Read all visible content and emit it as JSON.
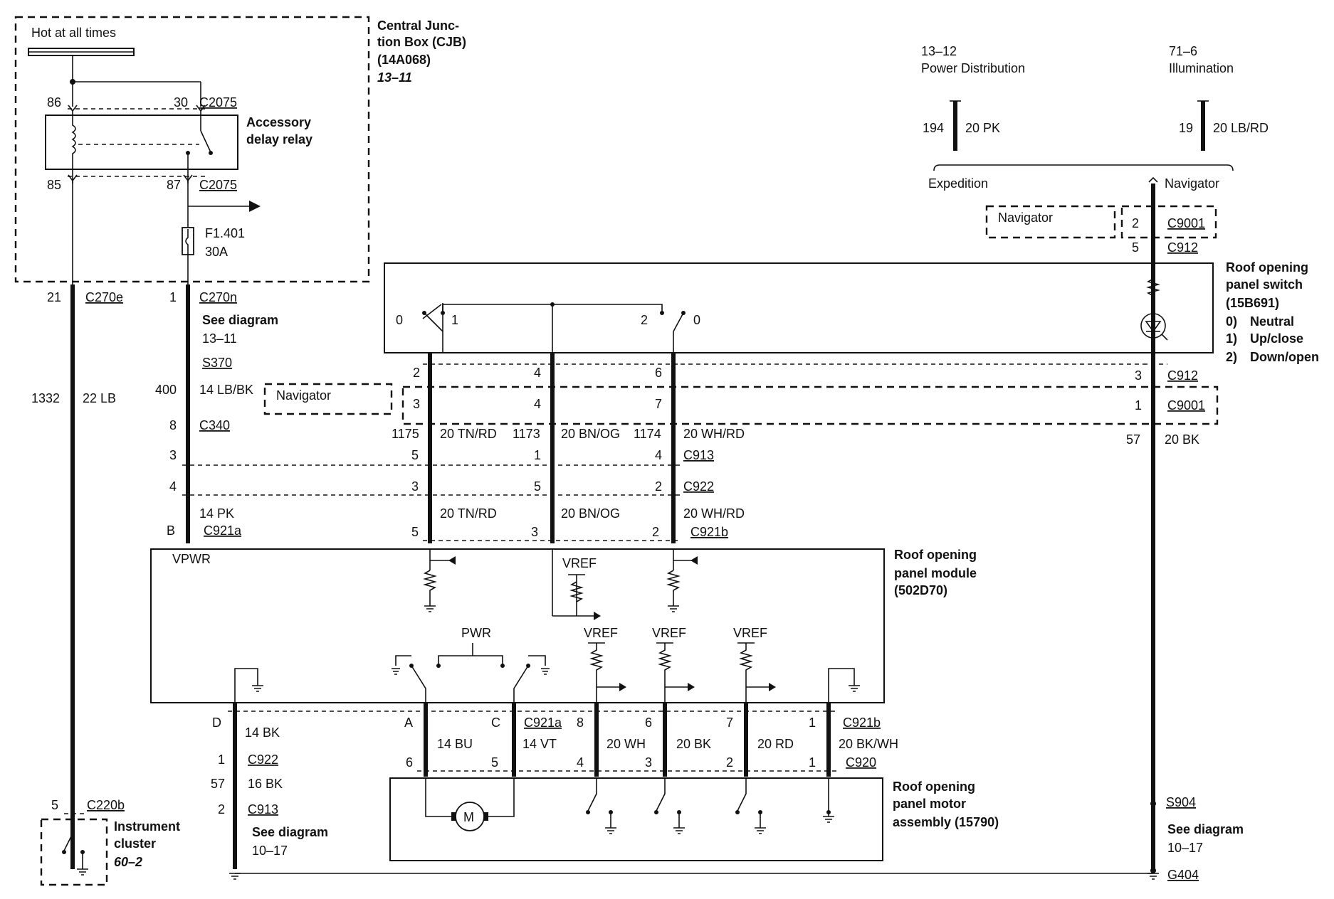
{
  "cjb": {
    "hot": "Hot at all times",
    "title1": "Central Junc-",
    "title2": "tion Box (CJB)",
    "title3": "(14A068)",
    "ref": "13–11",
    "pin86": "86",
    "pin30": "30",
    "c2075a": "C2075",
    "relay1": "Accessory",
    "relay2": "delay relay",
    "pin85": "85",
    "pin87": "87",
    "c2075b": "C2075",
    "fuse": "F1.401",
    "fuse_amp": "30A"
  },
  "left": {
    "p21": "21",
    "c270e": "C270e",
    "p1": "1",
    "c270n": "C270n",
    "see": "See diagram",
    "see_ref": "13–11",
    "s370": "S370",
    "c1332": "1332",
    "w22lb": "22 LB",
    "c400": "400",
    "w14lbbk": "14 LB/BK",
    "nav": "Navigator",
    "p8": "8",
    "c340": "C340",
    "p3": "3",
    "p4": "4",
    "w14pk": "14 PK",
    "pB": "B",
    "c921a": "C921a"
  },
  "top_right": {
    "pd_ref": "13–12",
    "pd": "Power Distribution",
    "il_ref": "71–6",
    "il": "Illumination",
    "c194": "194",
    "w20pk": "20 PK",
    "c19": "19",
    "w20lbrd": "20 LB/RD",
    "expedition": "Expedition",
    "navigator": "Navigator",
    "nav_box": "Navigator",
    "p2": "2",
    "c9001": "C9001",
    "p5": "5",
    "c912": "C912"
  },
  "switch": {
    "t1": "Roof opening",
    "t2": "panel switch",
    "t3": "(15B691)",
    "o0": "0)",
    "o0t": "Neutral",
    "o1": "1)",
    "o1t": "Up/close",
    "o2": "2)",
    "o2t": "Down/open",
    "pos0a": "0",
    "pos1": "1",
    "pos2": "2",
    "pos0b": "0"
  },
  "mid": {
    "p2": "2",
    "p4a": "4",
    "p6": "6",
    "p3r": "3",
    "c912b": "C912",
    "nav": "Navigator",
    "p3": "3",
    "p4b": "4",
    "p7": "7",
    "p1r": "1",
    "c9001b": "C9001",
    "c1175": "1175",
    "w20tnrd": "20 TN/RD",
    "c1173": "1173",
    "w20bnog": "20 BN/OG",
    "c1174": "1174",
    "w20whrd": "20 WH/RD",
    "c57": "57",
    "w20bk": "20 BK",
    "p5a": "5",
    "p1a": "1",
    "p4c": "4",
    "c913": "C913",
    "p3b": "3",
    "p5b": "5",
    "p2b": "2",
    "c922": "C922",
    "w20tnrd2": "20 TN/RD",
    "w20bnog2": "20 BN/OG",
    "w20whrd2": "20 WH/RD",
    "p5c": "5",
    "p3c": "3",
    "p2c": "2",
    "c921b": "C921b"
  },
  "module": {
    "t1": "Roof opening",
    "t2": "panel module",
    "t3": "(502D70)",
    "vpwr": "VPWR",
    "vref1": "VREF",
    "pwr": "PWR",
    "vref2": "VREF",
    "vref3": "VREF",
    "vref4": "VREF"
  },
  "bottom": {
    "pD": "D",
    "w14bk": "14 BK",
    "pA": "A",
    "pC": "C",
    "c921a": "C921a",
    "p8": "8",
    "p6": "6",
    "p7": "7",
    "p1": "1",
    "c921b": "C921b",
    "w14bu": "14 BU",
    "w14vt": "14 VT",
    "w20wh": "20 WH",
    "w20bk": "20 BK",
    "w20rd": "20 RD",
    "w20bkwh": "20 BK/WH",
    "p1b": "1",
    "c922": "C922",
    "c57": "57",
    "w16bk": "16 BK",
    "p2": "2",
    "c913": "C913",
    "see": "See diagram",
    "see_ref": "10–17",
    "p6b": "6",
    "p5b": "5",
    "p4b": "4",
    "p3b": "3",
    "p2b": "2",
    "p1c": "1",
    "c920": "C920",
    "motor_t1": "Roof opening",
    "motor_t2": "panel motor",
    "motor_t3": "assembly (15790)",
    "motor": "M",
    "p5": "5",
    "c220b": "C220b",
    "ic1": "Instrument",
    "ic2": "cluster",
    "ic_ref": "60–2",
    "s904": "S904",
    "see2": "See diagram",
    "see2_ref": "10–17",
    "g404": "G404"
  }
}
